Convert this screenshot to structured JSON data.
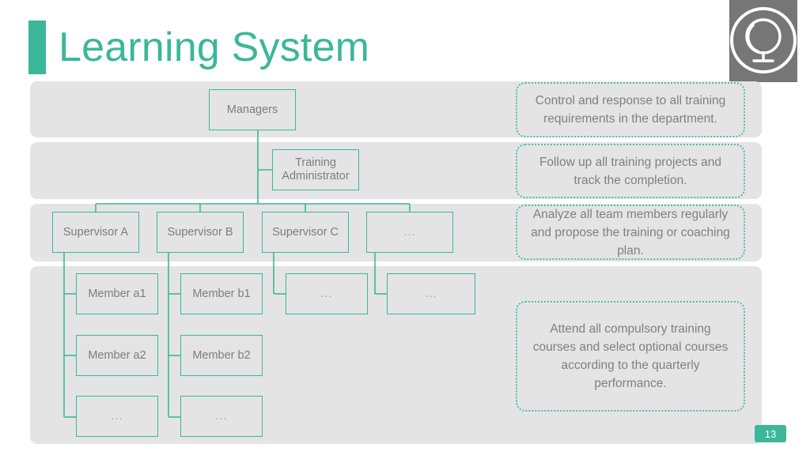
{
  "slide": {
    "title": "Learning System",
    "page_number": "13",
    "accent_color": "#3bb79a",
    "band_color": "#e4e4e4",
    "text_color": "#7d7d7d",
    "logo_tile_color": "#767676"
  },
  "logo": {
    "icon": "desk-globe-icon"
  },
  "org_chart": {
    "levels": [
      {
        "name": "managers",
        "boxes": [
          {
            "label": "Managers"
          }
        ]
      },
      {
        "name": "training-administrator",
        "boxes": [
          {
            "label": "Training\nAdministrator",
            "line1": "Training",
            "line2": "Administrator"
          }
        ]
      },
      {
        "name": "supervisors",
        "boxes": [
          {
            "label": "Supervisor A"
          },
          {
            "label": "Supervisor B"
          },
          {
            "label": "Supervisor C"
          },
          {
            "label": "..."
          }
        ]
      },
      {
        "name": "members",
        "rows": [
          [
            {
              "label": "Member a1"
            },
            {
              "label": "Member b1"
            },
            {
              "label": "..."
            },
            {
              "label": "..."
            }
          ],
          [
            {
              "label": "Member a2"
            },
            {
              "label": "Member b2"
            }
          ],
          [
            {
              "label": "..."
            },
            {
              "label": "..."
            }
          ]
        ]
      }
    ]
  },
  "callouts": [
    {
      "id": "managers",
      "text": "Control and response to all training requirements in the department."
    },
    {
      "id": "training-administrator",
      "text": "Follow up all training projects and track the completion."
    },
    {
      "id": "supervisors",
      "text": "Analyze all team members regularly and propose the training or coaching plan."
    },
    {
      "id": "members",
      "text": "Attend all compulsory training courses and select optional courses according to the quarterly performance."
    }
  ]
}
